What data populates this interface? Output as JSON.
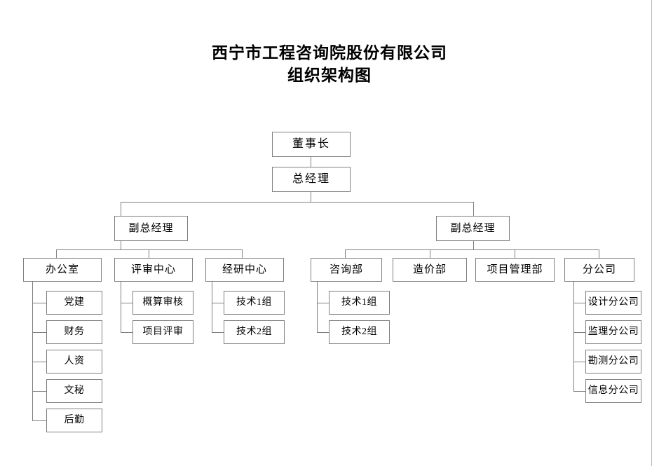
{
  "document": {
    "title_line1": "西宁市工程咨询院股份有限公司",
    "title_line2": "组织架构图"
  },
  "chart_data": {
    "type": "diagram",
    "diagram_type": "organizational-chart",
    "title": "西宁市工程咨询院股份有限公司 组织架构图",
    "orientation": "top-down",
    "nodes": {
      "chairman": "董事长",
      "general_manager": "总经理",
      "deputy_gm_left": "副总经理",
      "deputy_gm_right": "副总经理",
      "office": "办公室",
      "review_center": "评审中心",
      "research_center": "经研中心",
      "consulting_dept": "咨询部",
      "cost_dept": "造价部",
      "project_mgmt_dept": "项目管理部",
      "branch_company": "分公司",
      "office_children": [
        "党建",
        "财务",
        "人资",
        "文秘",
        "后勤"
      ],
      "review_center_children": [
        "概算审核",
        "项目评审"
      ],
      "research_center_children": [
        "技术1组",
        "技术2组"
      ],
      "consulting_dept_children": [
        "技术1组",
        "技术2组"
      ],
      "branch_company_children": [
        "设计分公司",
        "监理分公司",
        "勘测分公司",
        "信息分公司"
      ]
    },
    "edges": [
      [
        "董事长",
        "总经理"
      ],
      [
        "总经理",
        "副总经理(左)"
      ],
      [
        "总经理",
        "副总经理(右)"
      ],
      [
        "副总经理(左)",
        "办公室"
      ],
      [
        "副总经理(左)",
        "评审中心"
      ],
      [
        "副总经理(左)",
        "经研中心"
      ],
      [
        "副总经理(右)",
        "咨询部"
      ],
      [
        "副总经理(右)",
        "造价部"
      ],
      [
        "副总经理(右)",
        "项目管理部"
      ],
      [
        "副总经理(右)",
        "分公司"
      ],
      [
        "办公室",
        "党建"
      ],
      [
        "办公室",
        "财务"
      ],
      [
        "办公室",
        "人资"
      ],
      [
        "办公室",
        "文秘"
      ],
      [
        "办公室",
        "后勤"
      ],
      [
        "评审中心",
        "概算审核"
      ],
      [
        "评审中心",
        "项目评审"
      ],
      [
        "经研中心",
        "技术1组"
      ],
      [
        "经研中心",
        "技术2组"
      ],
      [
        "咨询部",
        "技术1组"
      ],
      [
        "咨询部",
        "技术2组"
      ],
      [
        "分公司",
        "设计分公司"
      ],
      [
        "分公司",
        "监理分公司"
      ],
      [
        "分公司",
        "勘测分公司"
      ],
      [
        "分公司",
        "信息分公司"
      ]
    ],
    "colors": {
      "background": "#ffffff",
      "box_border": "#7f7f7f",
      "box_fill": "#ffffff",
      "text": "#000000",
      "connector": "#7f7f7f"
    }
  }
}
